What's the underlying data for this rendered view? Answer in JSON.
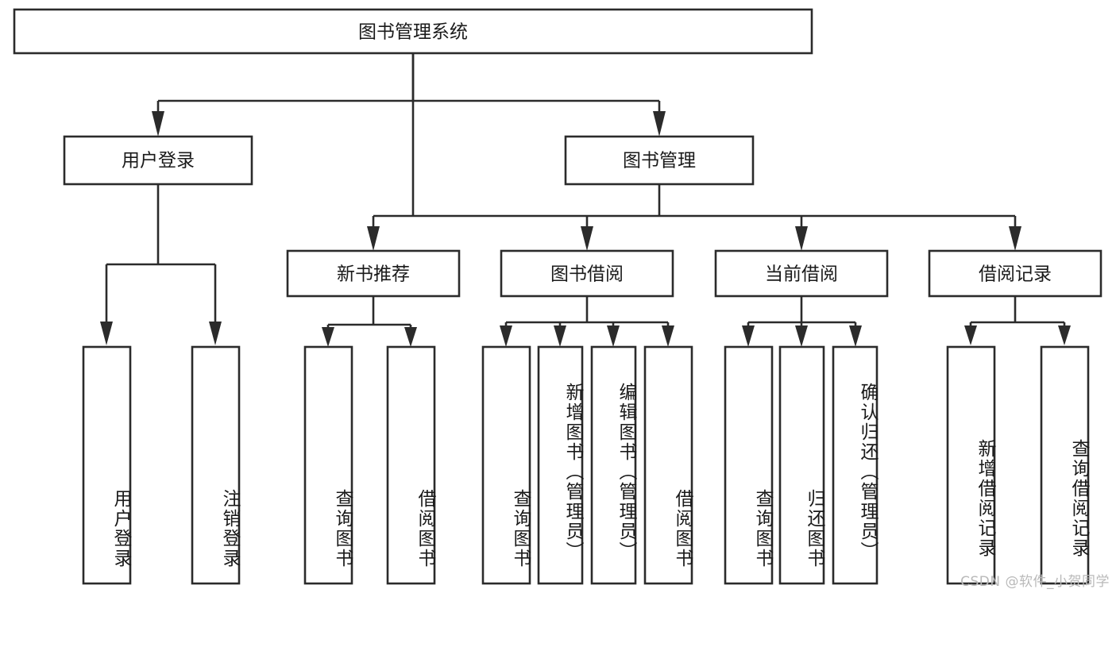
{
  "diagram": {
    "type": "tree-hierarchy-chart",
    "title": "图书管理系统",
    "watermark": "CSDN @软件_小贺同学",
    "colors": {
      "box_stroke": "#2b2b2b",
      "box_fill": "#ffffff",
      "text": "#1a1a1a",
      "background": "#ffffff",
      "watermark": "#b9b9b9"
    },
    "root": {
      "label": "图书管理系统"
    },
    "level2": [
      {
        "id": "user-login",
        "label": "用户登录"
      },
      {
        "id": "book-management",
        "label": "图书管理"
      }
    ],
    "level3": [
      {
        "id": "new-book-recommend",
        "label": "新书推荐"
      },
      {
        "id": "book-borrow",
        "label": "图书借阅"
      },
      {
        "id": "current-borrow",
        "label": "当前借阅"
      },
      {
        "id": "borrow-record",
        "label": "借阅记录"
      }
    ],
    "leaves": {
      "user-login": [
        {
          "id": "leaf-user-login",
          "label": "用户登录"
        },
        {
          "id": "leaf-logout-login",
          "label": "注销登录"
        }
      ],
      "new-book-recommend": [
        {
          "id": "leaf-query-book-1",
          "label": "查询图书"
        },
        {
          "id": "leaf-borrow-book-1",
          "label": "借阅图书"
        }
      ],
      "book-borrow": [
        {
          "id": "leaf-query-book-2",
          "label": "查询图书"
        },
        {
          "id": "leaf-add-book-admin",
          "label": "新增图书（管理员）"
        },
        {
          "id": "leaf-edit-book-admin",
          "label": "编辑图书（管理员）"
        },
        {
          "id": "leaf-borrow-book-2",
          "label": "借阅图书"
        }
      ],
      "current-borrow": [
        {
          "id": "leaf-query-book-3",
          "label": "查询图书"
        },
        {
          "id": "leaf-return-book",
          "label": "归还图书"
        },
        {
          "id": "leaf-confirm-return-admin",
          "label": "确认归还（管理员）"
        }
      ],
      "borrow-record": [
        {
          "id": "leaf-add-borrow-record",
          "label": "新增借阅记录"
        },
        {
          "id": "leaf-query-borrow-record",
          "label": "查询借阅记录"
        }
      ]
    }
  }
}
